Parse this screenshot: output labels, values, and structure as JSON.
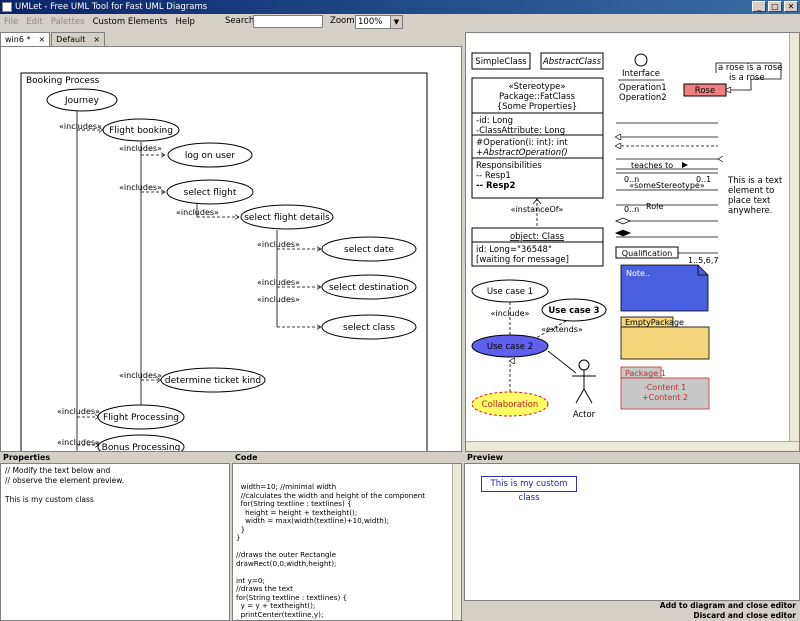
{
  "window": {
    "title": "UMLet - Free UML Tool for Fast UML Diagrams",
    "min": "_",
    "max": "□",
    "close": "✕"
  },
  "menu": {
    "items": [
      "File",
      "Edit",
      "Palettes",
      "Custom Elements",
      "Help"
    ],
    "search_label": "Search:",
    "search_value": "",
    "zoom_label": "Zoom:",
    "zoom_value": "100%"
  },
  "tabs": [
    {
      "label": "win6 *",
      "close": "×"
    },
    {
      "label": "Default",
      "close": "×"
    }
  ],
  "diagram": {
    "frame_title": "Booking Process",
    "use_cases": [
      "Journey",
      "Flight booking",
      "log on user",
      "select flight",
      "select flight details",
      "select date",
      "select destination",
      "select class",
      "determine ticket kind",
      "Flight Processing",
      "Bonus Processing"
    ],
    "includes_label": "«includes»"
  },
  "palette": {
    "simple_class": "SimpleClass",
    "abstract_class": "AbstractClass",
    "interface_label": "Interface",
    "interface_ops": [
      "Operation1",
      "Operation2"
    ],
    "rose_note": [
      "a rose is a rose",
      "is a rose"
    ],
    "rose": "Rose",
    "fat_class": {
      "header": [
        "«Stereotype»",
        "Package::FatClass",
        "{Some Properties}"
      ],
      "attrs": [
        "-id: Long",
        "-ClassAttribute: Long"
      ],
      "ops": [
        "#Operation(i: int): int",
        "+AbstractOperation()"
      ],
      "resp": [
        "Responsibilities",
        "-- Resp1",
        "-- Resp2"
      ]
    },
    "teaches_to": "teaches to",
    "mult_left": "0..n",
    "mult_right": "0..1",
    "some_stereotype": "«someStereotype»",
    "role_mult": "0..n",
    "role": "Role",
    "text_element": [
      "This is a text",
      "element to",
      "place text",
      "anywhere."
    ],
    "instance_of": "«instanceOf»",
    "object_title": "object: Class",
    "object_attrs": [
      "id: Long=\"36548\"",
      "[waiting for message]"
    ],
    "qualification": "Qualification",
    "qual_mult": "1..5,6,7",
    "note": "Note..",
    "use_case_1": "Use case 1",
    "use_case_2": "Use case 2",
    "use_case_3": "Use case 3",
    "include": "«include»",
    "extends": "«extends»",
    "empty_package": "EmptyPackage",
    "package1": "Package 1",
    "package1_content": [
      "-Content 1",
      "+Content 2"
    ],
    "collaboration": "Collaboration",
    "actor": "Actor"
  },
  "panels": {
    "properties_title": "Properties",
    "code_title": "Code",
    "preview_title": "Preview"
  },
  "properties_text": "// Modify the text below and\n// observe the element preview.\n\nThis is my custom class",
  "code_text": "  width=10; //minimal width\n  //calculates the width and height of the component\n  for(String textline : textlines) {\n    height = height + textheight();\n    width = max(width(textline)+10,width);\n  }\n}\n\n//draws the outer Rectangle\ndrawRect(0,0,width,height);\n\nint y=0;\n//draws the text\nfor(String textline : textlines) {\n  y = y + textheight();\n  printCenter(textline,y);\n}",
  "preview_box": "This is my custom class",
  "actions": {
    "add": "Add to diagram and close editor",
    "discard": "Discard and close editor"
  }
}
